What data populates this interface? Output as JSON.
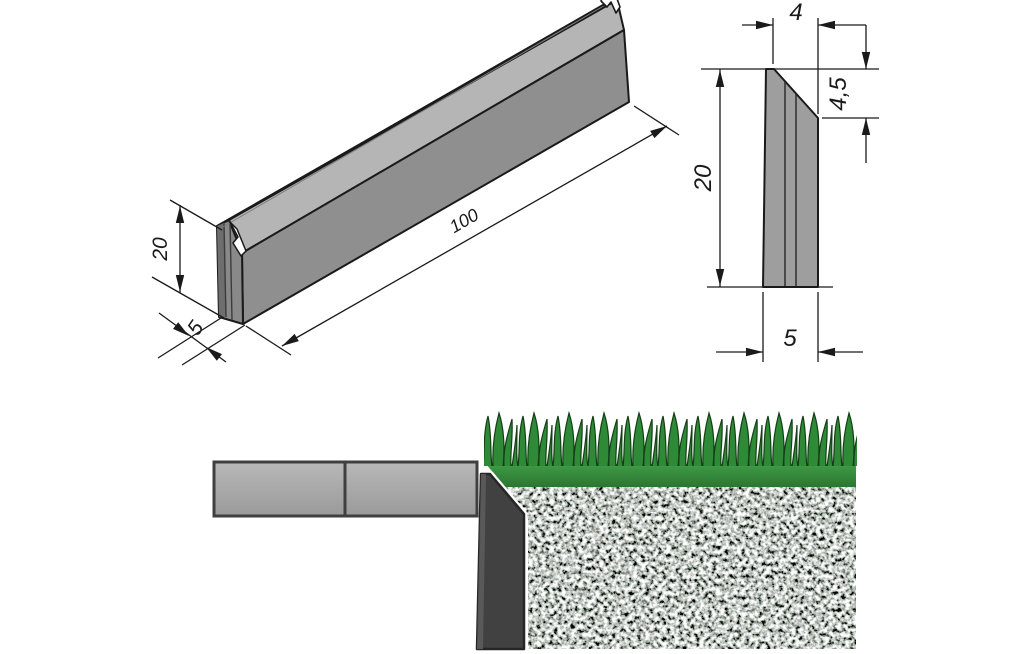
{
  "drawing": {
    "isometric_view": {
      "height_label": "20",
      "width_label": "5",
      "length_label": "100"
    },
    "cross_section_view": {
      "chamfer_width_label": "4",
      "chamfer_height_label": "4,5",
      "height_label": "20",
      "base_width_label": "5"
    },
    "colors": {
      "stone_top": "#c8c8c8",
      "stone_chamfer": "#b5b5b5",
      "stone_front": "#8f8f8f",
      "stone_end": "#898989",
      "section_fill": "#9e9e9e",
      "edging_fill": "#414141",
      "grass_green": "#2f8a37",
      "grass_band_top": "#3f9c46",
      "grass_band_bottom": "#2b7631",
      "paver_gray": "#adadad",
      "dimension_ink": "#1a1a1a",
      "background": "#ffffff"
    }
  }
}
